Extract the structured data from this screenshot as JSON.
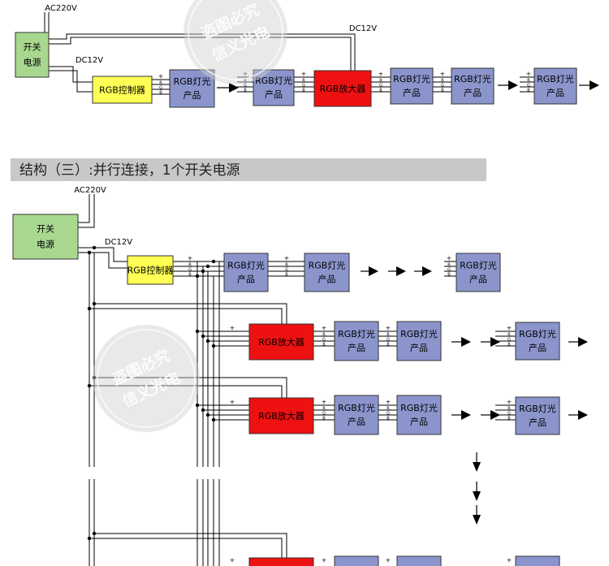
{
  "labels": {
    "psu_line1": "开关",
    "psu_line2": "电源",
    "ac": "AC220V",
    "dc": "DC12V",
    "controller": "RGB控制器",
    "amplifier": "RGB放大器",
    "light_line1": "RGB灯光",
    "light_line2": "产品",
    "plus": "+",
    "pin_r": "R",
    "pin_g": "G",
    "pin_b": "B"
  },
  "section_title": "结构（三）:并行连接，1个开关电源",
  "watermark": {
    "line1": "盗图必究",
    "line2": "信义光电"
  },
  "colors": {
    "psu_fill": "#a8d890",
    "controller_fill": "#ffff55",
    "amplifier_fill": "#ee1111",
    "light_fill": "#8b95cc",
    "header_fill": "#c8c8c8",
    "wire": "#000000"
  }
}
